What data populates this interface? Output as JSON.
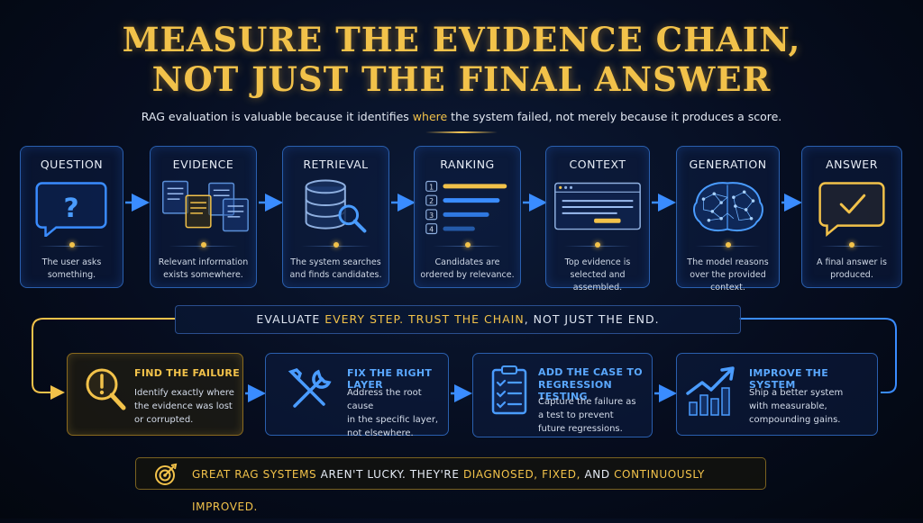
{
  "title_line1": "MEASURE THE EVIDENCE CHAIN,",
  "title_line2": "NOT JUST THE FINAL ANSWER",
  "subtitle": {
    "before": "RAG evaluation is valuable because it identifies ",
    "highlight": "where",
    "after": " the system failed, not merely because it produces a score."
  },
  "stages": [
    {
      "title": "QUESTION",
      "desc": "The user asks something.",
      "icon": "question-bubble-icon"
    },
    {
      "title": "EVIDENCE",
      "desc": "Relevant information exists somewhere.",
      "icon": "documents-icon"
    },
    {
      "title": "RETRIEVAL",
      "desc": "The system searches and finds candidates.",
      "icon": "database-search-icon"
    },
    {
      "title": "RANKING",
      "desc": "Candidates are ordered by relevance.",
      "icon": "ranked-list-icon"
    },
    {
      "title": "CONTEXT",
      "desc": "Top evidence is selected and assembled.",
      "icon": "context-window-icon"
    },
    {
      "title": "GENERATION",
      "desc": "The model reasons over the provided context.",
      "icon": "brain-icon"
    },
    {
      "title": "ANSWER",
      "desc": "A final answer is produced.",
      "icon": "checkmark-bubble-icon"
    }
  ],
  "ranking_numbers": [
    "1",
    "2",
    "3",
    "4"
  ],
  "banner": {
    "part1": "EVALUATE ",
    "part2": "EVERY STEP.",
    "part3": "  TRUST THE CHAIN",
    "part4": ", NOT JUST THE END."
  },
  "steps": [
    {
      "title": "FIND THE FAILURE",
      "desc": [
        "Identify exactly where",
        "the evidence was lost",
        "or corrupted."
      ],
      "icon": "warning-magnifier-icon"
    },
    {
      "title": "FIX THE RIGHT LAYER",
      "desc": [
        "Address the root cause",
        "in the specific layer,",
        "not elsewhere."
      ],
      "icon": "tools-icon"
    },
    {
      "title": "ADD THE CASE TO",
      "title2": "REGRESSION TESTING",
      "desc": [
        "Capture the failure as",
        "a test to prevent",
        "future regressions."
      ],
      "icon": "checklist-icon"
    },
    {
      "title": "IMPROVE THE SYSTEM",
      "desc": [
        "Ship a better system",
        "with measurable,",
        "compounding gains."
      ],
      "icon": "growth-chart-icon"
    }
  ],
  "footer": {
    "part1": "GREAT RAG SYSTEMS ",
    "part2": "AREN'T LUCKY. THEY'RE ",
    "part3": "DIAGNOSED, FIXED, ",
    "part4": "AND ",
    "part5": "CONTINUOUSLY IMPROVED."
  },
  "colors": {
    "gold": "#f2c24a",
    "blue": "#3a8cff",
    "card_border": "#2a5fae"
  }
}
